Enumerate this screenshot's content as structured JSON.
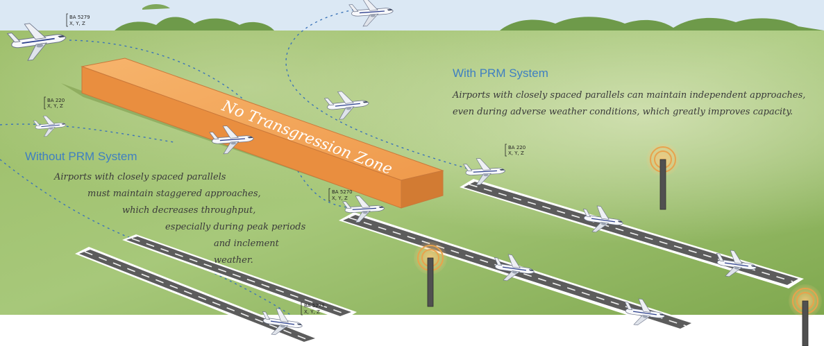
{
  "zone": {
    "label": "No Transgression Zone"
  },
  "with_prm": {
    "heading": "With PRM System",
    "lines": [
      "Airports with closely spaced parallels can maintain independent approaches,",
      "even during adverse weather conditions, which greatly improves capacity."
    ]
  },
  "without_prm": {
    "heading": "Without PRM System",
    "lines": [
      "Airports with closely spaced parallels",
      "must maintain staggered approaches,",
      "which decreases throughput,",
      "especially during peak periods",
      "and inclement weather."
    ]
  },
  "flight_tags": [
    {
      "callsign": "BA 5279",
      "info": "X, Y, Z"
    },
    {
      "callsign": "BA 220",
      "info": "X, Y, Z"
    },
    {
      "callsign": "BA 220",
      "info": "X, Y, Z"
    },
    {
      "callsign": "BA 5270",
      "info": "X, Y, Z"
    },
    {
      "callsign": "BA 5279",
      "info": "X, Y, Z"
    }
  ],
  "colors": {
    "sky": "#dde9f4",
    "grass": "#8fb35a",
    "zone": "#f0a052",
    "heading": "#3f7fc1",
    "runway": "#5c5c5c"
  }
}
